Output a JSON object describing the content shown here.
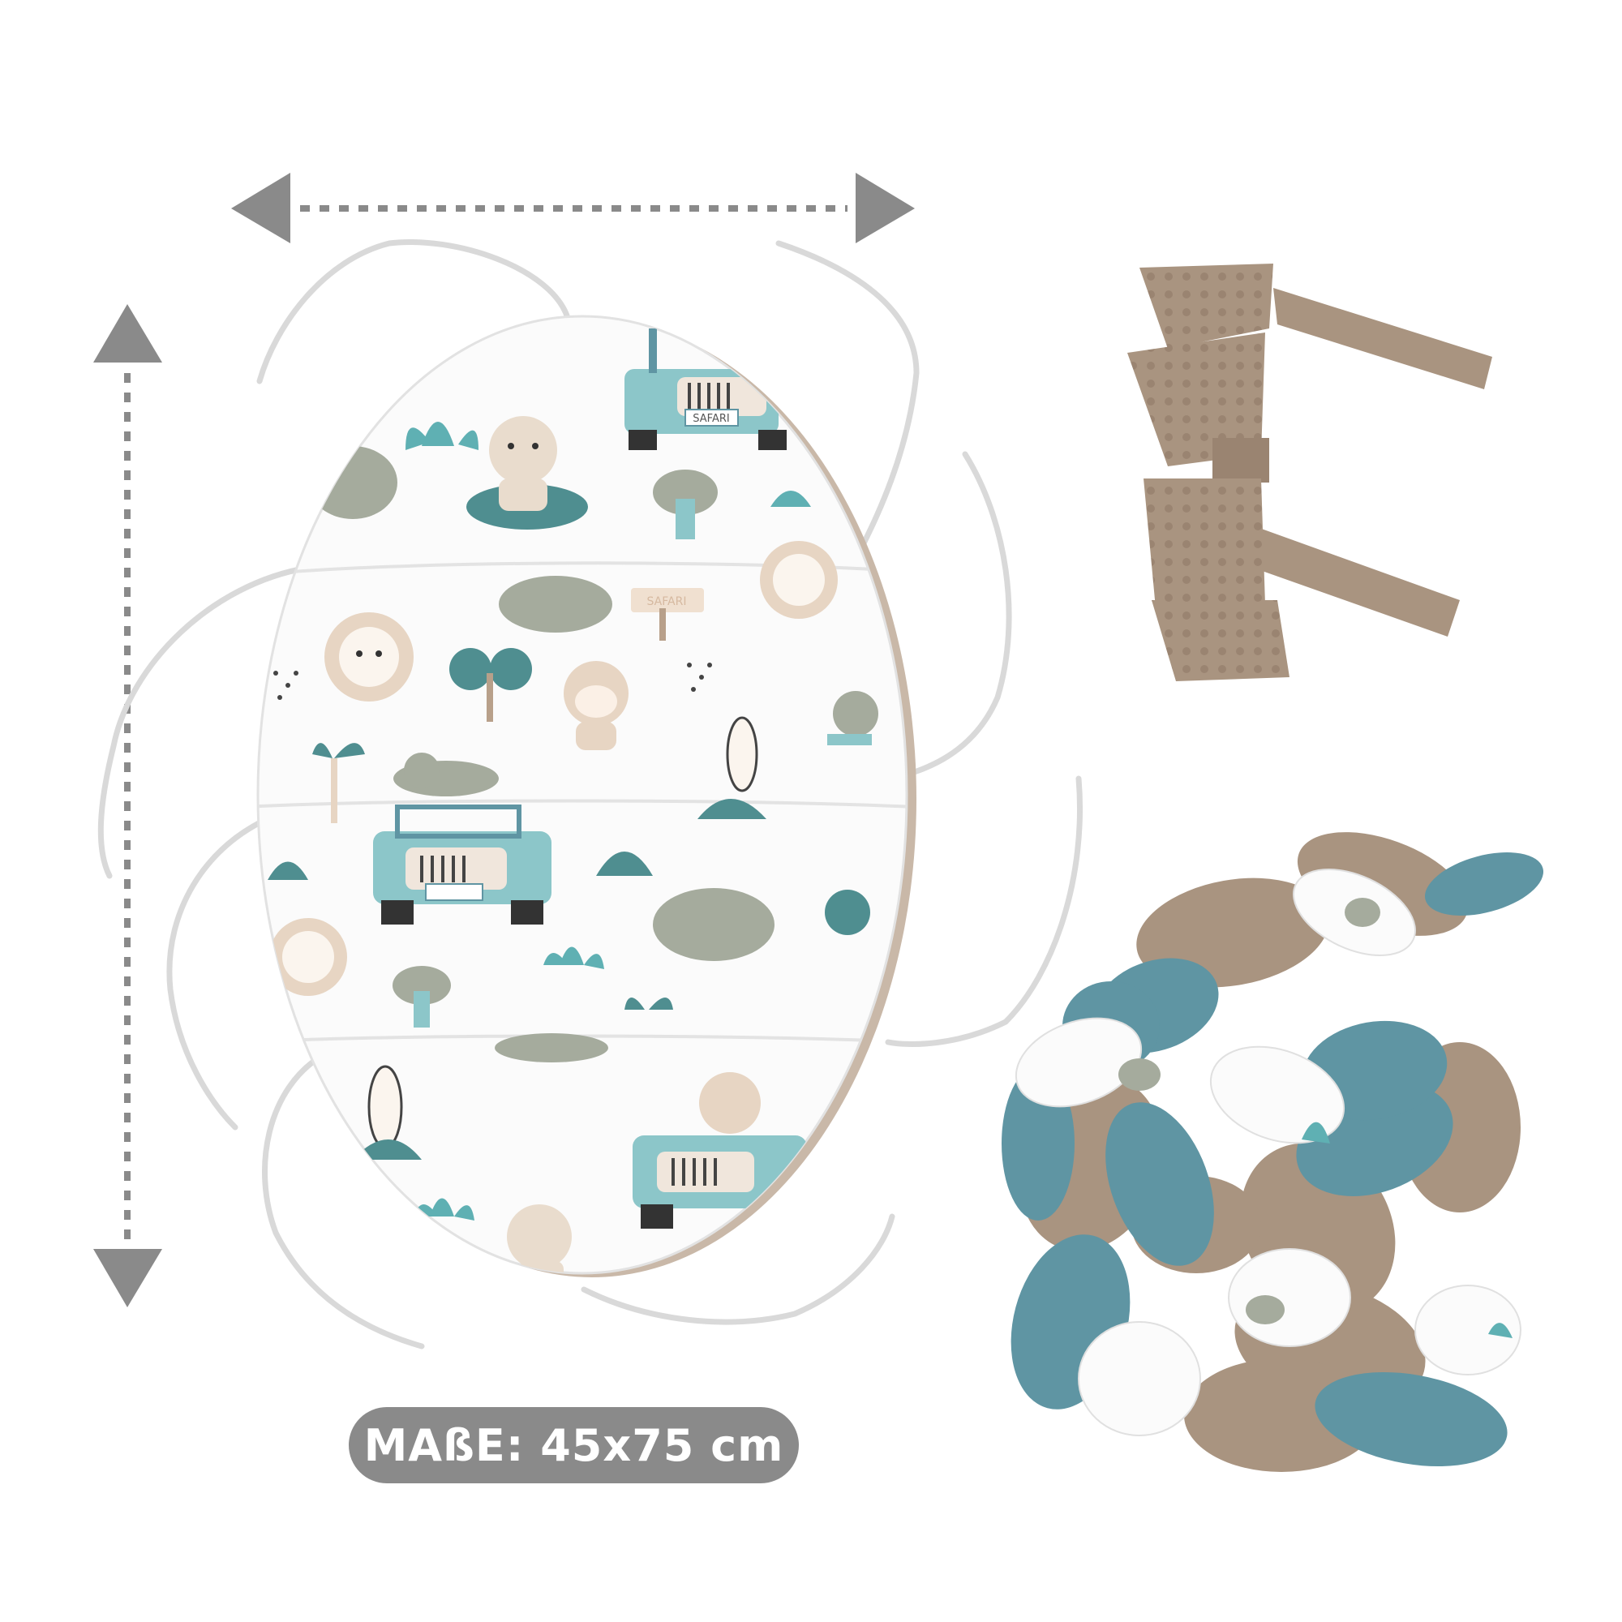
{
  "dimension_badge": {
    "text": "MAßE: 45x75 cm"
  },
  "print_labels": {
    "jeep_sign": "SAFARI",
    "sign_post": "SAFARI"
  },
  "colors": {
    "arrow_gray": "#8a8a8a",
    "fabric_white": "#fbfbfb",
    "teal": "#5f95a3",
    "light_teal": "#8cc6c9",
    "taupe": "#a99480",
    "sage": "#a5ab9d",
    "beige": "#e7d5c3"
  },
  "icons": [
    "arrow-left-icon",
    "arrow-right-icon",
    "arrow-up-icon",
    "arrow-down-icon"
  ]
}
